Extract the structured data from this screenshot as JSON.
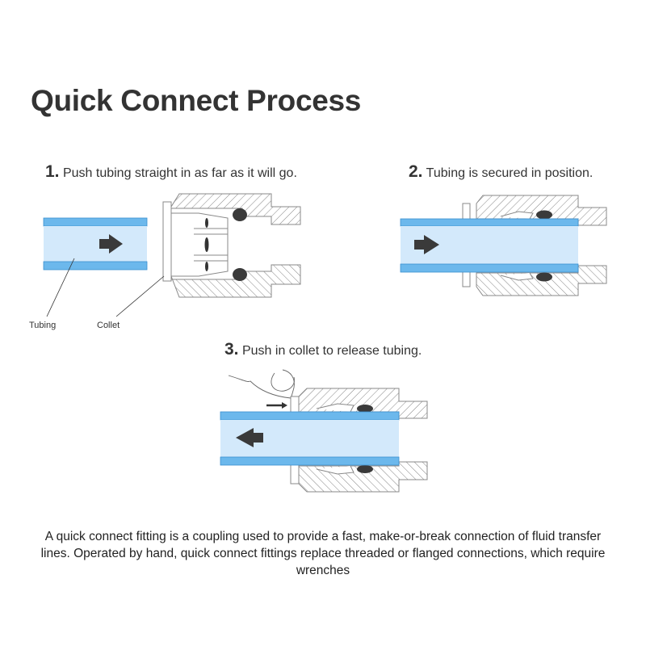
{
  "title": "Quick Connect Process",
  "steps": [
    {
      "number": "1.",
      "text": "Push tubing straight in as far as it will go."
    },
    {
      "number": "2.",
      "text": "Tubing is secured in position."
    },
    {
      "number": "3.",
      "text": "Push in collet to release tubing."
    }
  ],
  "labels": {
    "tubing": "Tubing",
    "collet": "Collet"
  },
  "description": "A quick connect fitting is a coupling used to provide a fast, make-or-break connection of fluid transfer lines. Operated by hand, quick connect fittings replace threaded or flanged connections, which require wrenches",
  "colors": {
    "tube_band": "#6cb8ec",
    "tube_inner": "#d3e9fb",
    "tube_edge": "#3a8fd0",
    "arrow": "#3a3a3a",
    "oring": "#3a3a3a",
    "line": "#888888"
  },
  "arrows": {
    "step1": "right",
    "step2": "right",
    "step3": "left"
  }
}
